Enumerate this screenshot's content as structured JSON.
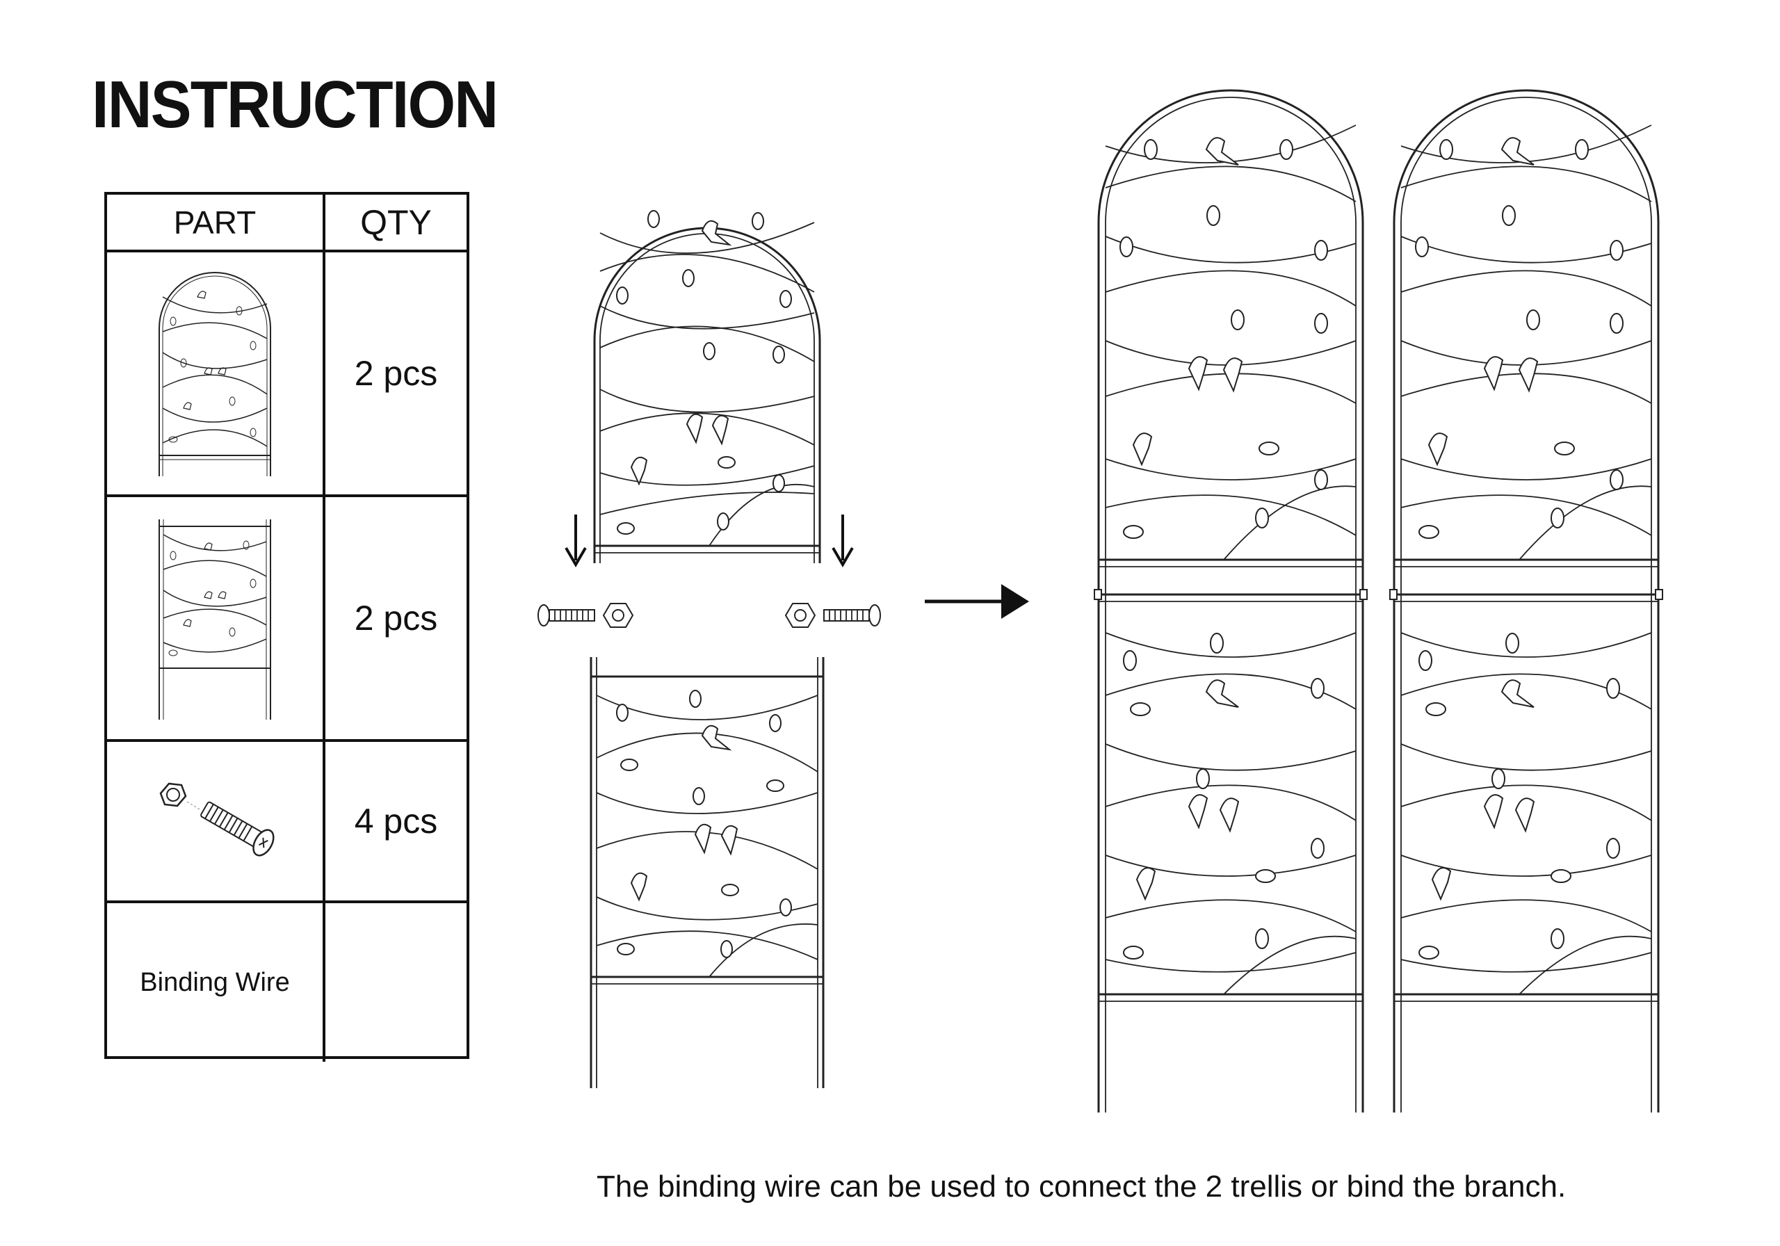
{
  "title": "INSTRUCTION",
  "table": {
    "headers": {
      "part": "PART",
      "qty": "QTY"
    },
    "rows": [
      {
        "part": "arched-trellis-panel",
        "qty": "2 pcs"
      },
      {
        "part": "rectangular-trellis-panel",
        "qty": "2 pcs"
      },
      {
        "part": "bolt-and-nut",
        "qty": "4 pcs"
      },
      {
        "part_label": "Binding Wire",
        "qty": ""
      }
    ]
  },
  "caption": "The binding wire can be used to connect the 2 trellis or bind the branch."
}
